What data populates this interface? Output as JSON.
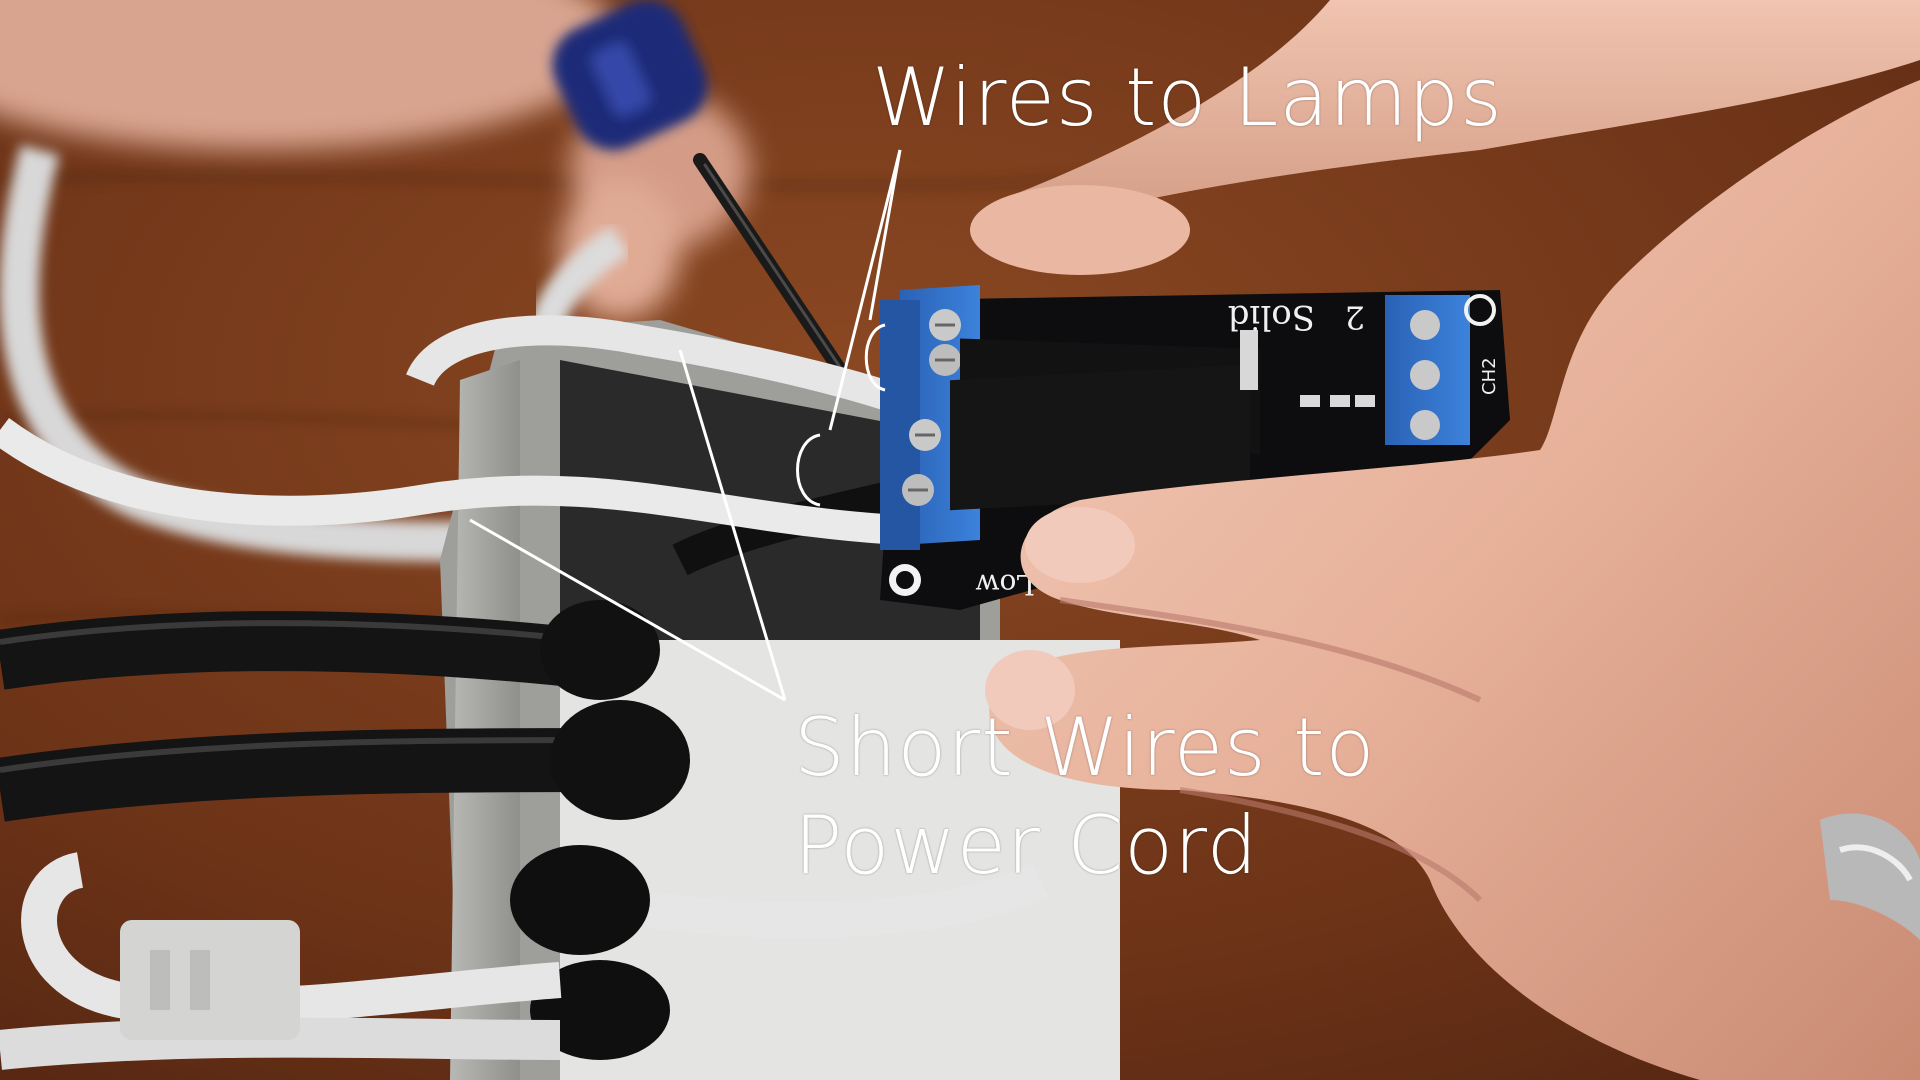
{
  "annotations": {
    "lamps_label": "Wires to Lamps",
    "power_label_line1": "Short Wires to",
    "power_label_line2": "Power Cord"
  },
  "board_text": {
    "brand": "Solid",
    "channel_number": "2",
    "channel_label": "CH2",
    "low_label": "Low"
  },
  "colors": {
    "wood_table": "#7a3b1a",
    "terminal_blue": "#2f6fc4",
    "relay_black": "#111111",
    "board_black": "#0d0d0f",
    "skin": "#e9b9a4",
    "gray_box": "#a9a9a6",
    "annotation": "#ffffff"
  },
  "icons": {
    "screwdriver": "screwdriver-icon",
    "wedding_ring": "ring-icon"
  }
}
